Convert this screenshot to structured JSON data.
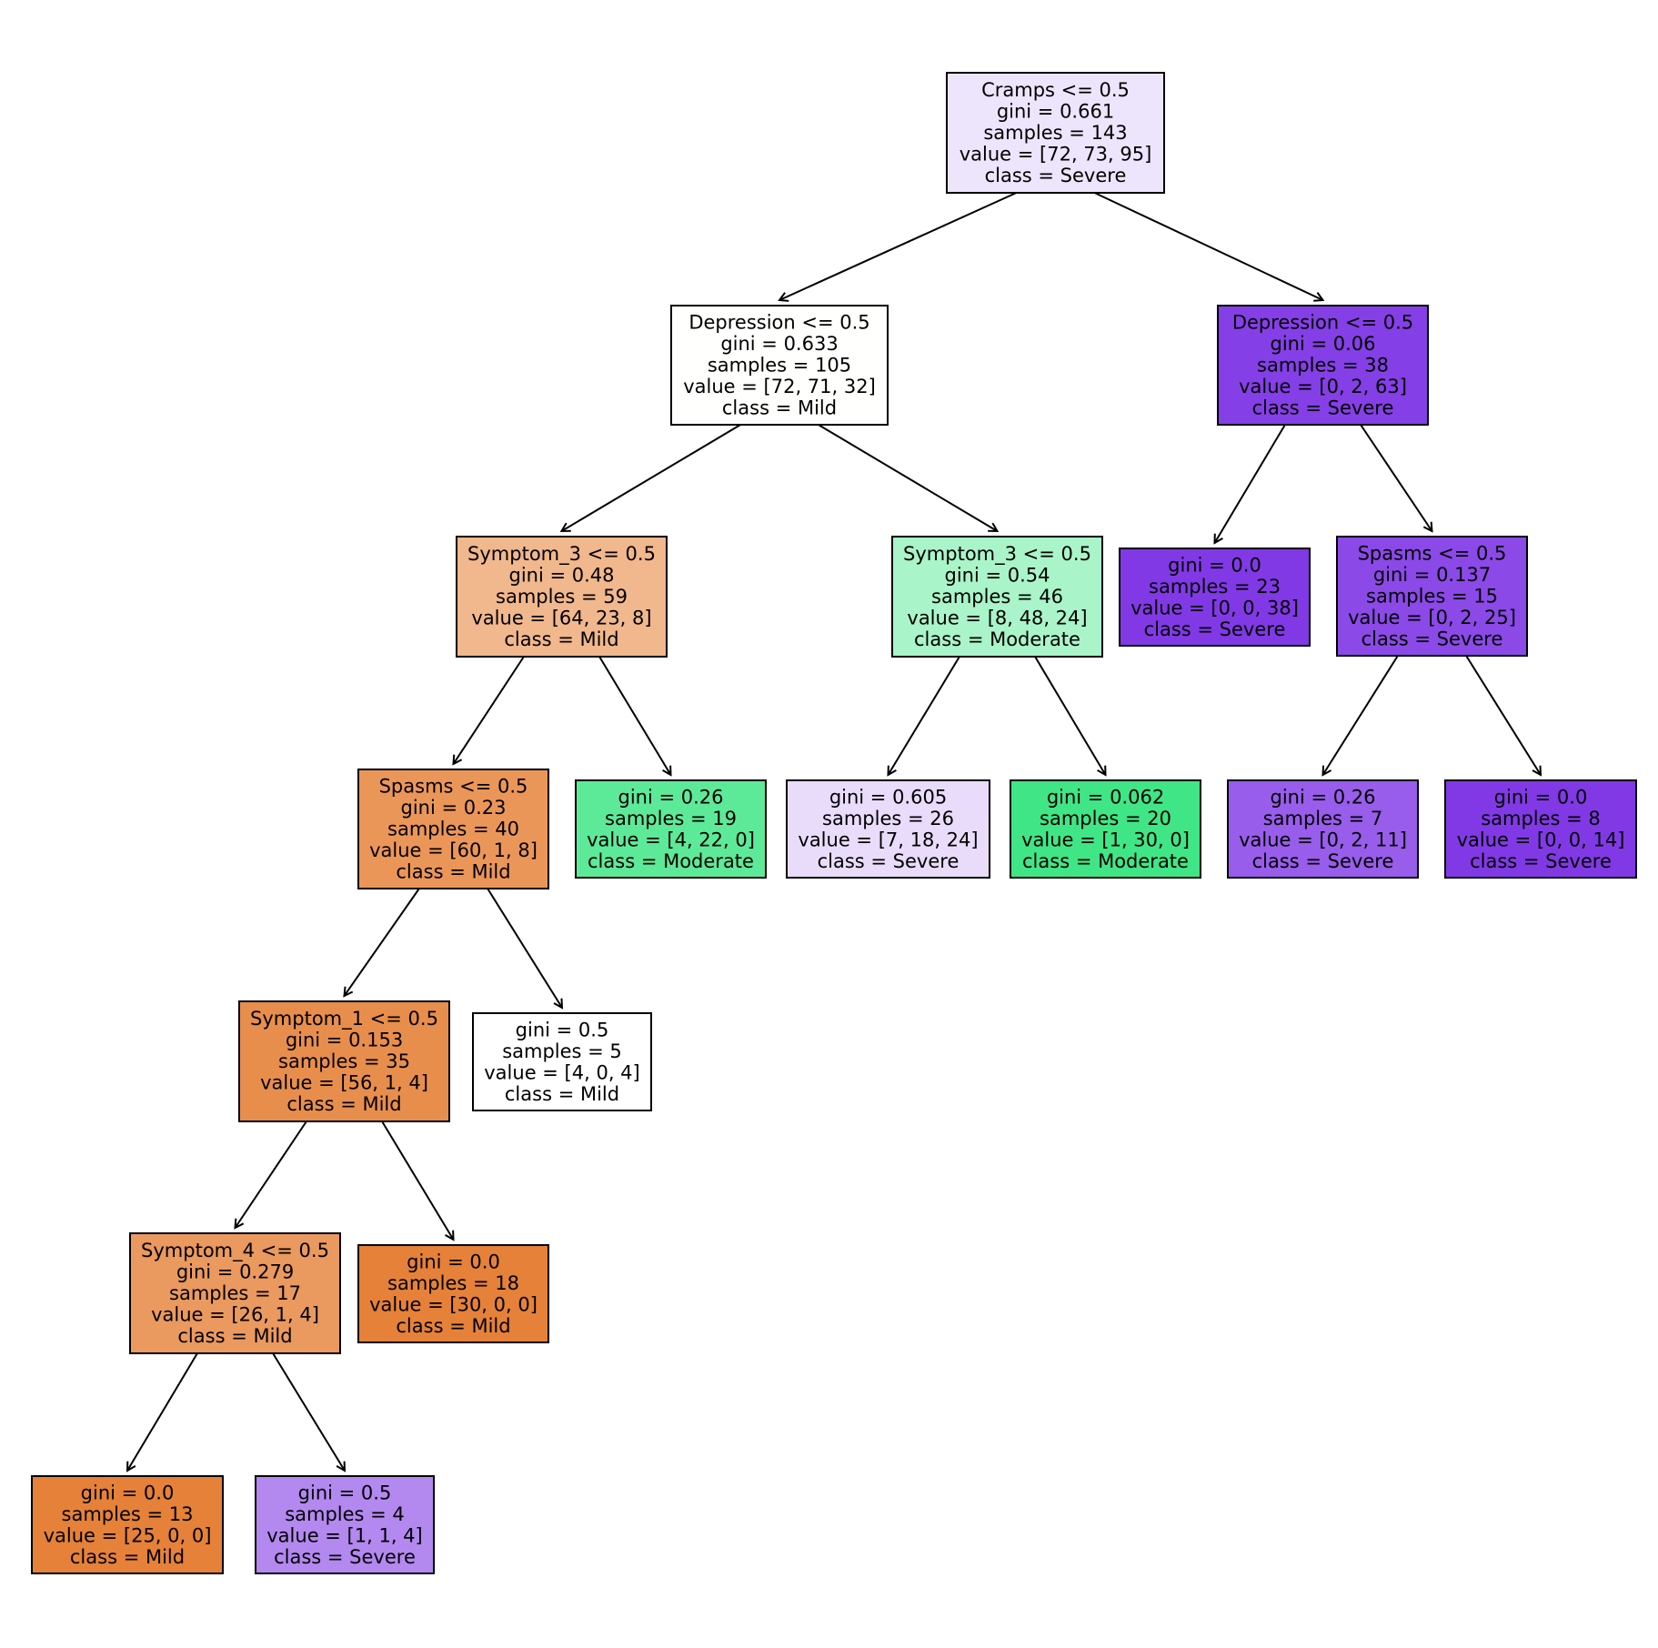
{
  "nodes": [
    {
      "id": "n0",
      "lines": [
        "Cramps <= 0.5",
        "gini = 0.661",
        "samples = 143",
        "value = [72, 73, 95]",
        "class = Severe"
      ],
      "fill": "#ede5fc"
    },
    {
      "id": "n1",
      "lines": [
        "Depression  <= 0.5",
        "gini = 0.633",
        "samples = 105",
        "value = [72, 71, 32]",
        "class = Mild"
      ],
      "fill": "#fffffe"
    },
    {
      "id": "n2",
      "lines": [
        "Symptom_3 <= 0.5",
        "gini = 0.48",
        "samples = 59",
        "value = [64, 23, 8]",
        "class = Mild"
      ],
      "fill": "#f1b78d"
    },
    {
      "id": "n3",
      "lines": [
        "Spasms <= 0.5",
        "gini = 0.23",
        "samples = 40",
        "value = [60, 1, 8]",
        "class = Mild"
      ],
      "fill": "#eb9659"
    },
    {
      "id": "n4",
      "lines": [
        "Symptom_1 <= 0.5",
        "gini = 0.153",
        "samples = 35",
        "value = [56, 1, 4]",
        "class = Mild"
      ],
      "fill": "#e88e4d"
    },
    {
      "id": "n5",
      "lines": [
        "Symptom_4 <= 0.5",
        "gini = 0.279",
        "samples = 17",
        "value = [26, 1, 4]",
        "class = Mild"
      ],
      "fill": "#ea995f"
    },
    {
      "id": "n6",
      "lines": [
        "gini = 0.0",
        "samples = 13",
        "value = [25, 0, 0]",
        "class = Mild"
      ],
      "fill": "#e58139"
    },
    {
      "id": "n7",
      "lines": [
        "gini = 0.5",
        "samples = 4",
        "value = [1, 1, 4]",
        "class = Severe"
      ],
      "fill": "#b388ef"
    },
    {
      "id": "n8",
      "lines": [
        "gini = 0.0",
        "samples = 18",
        "value = [30, 0, 0]",
        "class = Mild"
      ],
      "fill": "#e58139"
    },
    {
      "id": "n9",
      "lines": [
        "gini = 0.5",
        "samples = 5",
        "value = [4, 0, 4]",
        "class = Mild"
      ],
      "fill": "#ffffff"
    },
    {
      "id": "n10",
      "lines": [
        "gini = 0.26",
        "samples = 19",
        "value = [4, 22, 0]",
        "class = Moderate"
      ],
      "fill": "#5dea98"
    },
    {
      "id": "n11",
      "lines": [
        "Symptom_3 <= 0.5",
        "gini = 0.54",
        "samples = 46",
        "value = [8, 48, 24]",
        "class = Moderate"
      ],
      "fill": "#a9f4c8"
    },
    {
      "id": "n12",
      "lines": [
        "gini = 0.605",
        "samples = 26",
        "value = [7, 18, 24]",
        "class = Severe"
      ],
      "fill": "#e9dcfa"
    },
    {
      "id": "n13",
      "lines": [
        "gini = 0.062",
        "samples = 20",
        "value = [1, 30, 0]",
        "class = Moderate"
      ],
      "fill": "#40e685"
    },
    {
      "id": "n14",
      "lines": [
        "Depression  <= 0.5",
        "gini = 0.06",
        "samples = 38",
        "value = [0, 2, 63]",
        "class = Severe"
      ],
      "fill": "#853fe6"
    },
    {
      "id": "n15",
      "lines": [
        "gini = 0.0",
        "samples = 23",
        "value = [0, 0, 38]",
        "class = Severe"
      ],
      "fill": "#8139e5"
    },
    {
      "id": "n16",
      "lines": [
        "Spasms <= 0.5",
        "gini = 0.137",
        "samples = 15",
        "value = [0, 2, 25]",
        "class = Severe"
      ],
      "fill": "#8b49e7"
    },
    {
      "id": "n17",
      "lines": [
        "gini = 0.26",
        "samples = 7",
        "value = [0, 2, 11]",
        "class = Severe"
      ],
      "fill": "#985dea"
    },
    {
      "id": "n18",
      "lines": [
        "gini = 0.0",
        "samples = 8",
        "value = [0, 0, 14]",
        "class = Severe"
      ],
      "fill": "#8139e5"
    }
  ],
  "edges": [
    [
      "n0",
      "n1"
    ],
    [
      "n0",
      "n14"
    ],
    [
      "n1",
      "n2"
    ],
    [
      "n1",
      "n11"
    ],
    [
      "n2",
      "n3"
    ],
    [
      "n2",
      "n10"
    ],
    [
      "n3",
      "n4"
    ],
    [
      "n3",
      "n9"
    ],
    [
      "n4",
      "n5"
    ],
    [
      "n4",
      "n8"
    ],
    [
      "n5",
      "n6"
    ],
    [
      "n5",
      "n7"
    ],
    [
      "n11",
      "n12"
    ],
    [
      "n11",
      "n13"
    ],
    [
      "n14",
      "n15"
    ],
    [
      "n14",
      "n16"
    ],
    [
      "n16",
      "n17"
    ],
    [
      "n16",
      "n18"
    ]
  ]
}
